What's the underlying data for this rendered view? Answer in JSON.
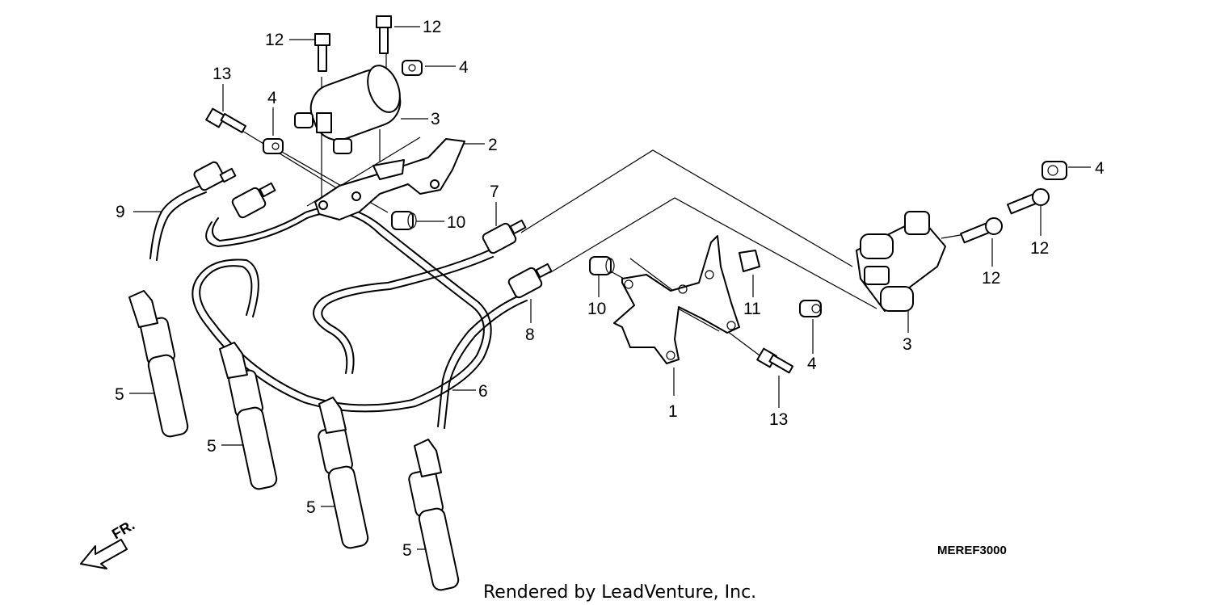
{
  "diagram": {
    "code": "MEREF3000",
    "credit": "Rendered by LeadVenture, Inc.",
    "front_marker": "FR.",
    "callouts": {
      "c1": "1",
      "c2": "2",
      "c3a": "3",
      "c3b": "3",
      "c4a": "4",
      "c4b": "4",
      "c4c": "4",
      "c4d": "4",
      "c5a": "5",
      "c5b": "5",
      "c5c": "5",
      "c5d": "5",
      "c6": "6",
      "c7": "7",
      "c8": "8",
      "c9": "9",
      "c10a": "10",
      "c10b": "10",
      "c11": "11",
      "c12a": "12",
      "c12b": "12",
      "c12c": "12",
      "c12d": "12",
      "c13a": "13",
      "c13b": "13"
    }
  }
}
